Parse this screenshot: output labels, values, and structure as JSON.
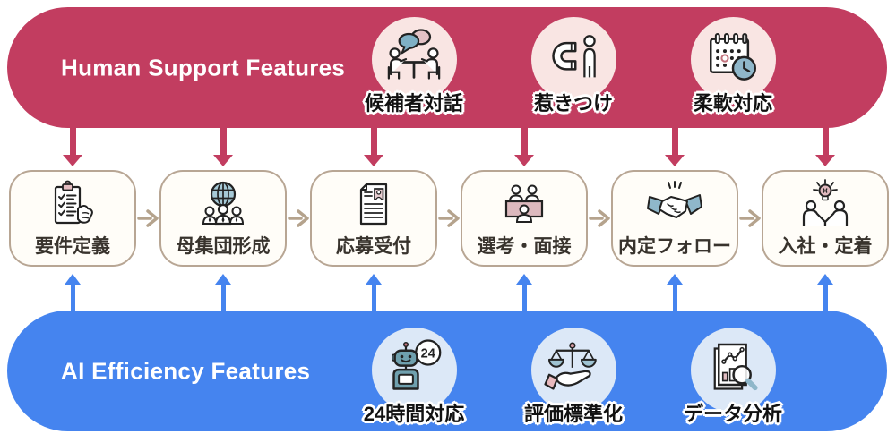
{
  "diagram": {
    "human_band": {
      "title": "Human Support Features",
      "features": [
        {
          "label": "候補者対話",
          "icon": "dialogue-icon"
        },
        {
          "label": "惹きつけ",
          "icon": "magnet-icon"
        },
        {
          "label": "柔軟対応",
          "icon": "calendar-clock-icon"
        }
      ]
    },
    "ai_band": {
      "title": "AI Efficiency Features",
      "features": [
        {
          "label": "24時間対応",
          "icon": "robot-24h-icon"
        },
        {
          "label": "評価標準化",
          "icon": "scale-balance-icon"
        },
        {
          "label": "データ分析",
          "icon": "data-analysis-icon"
        }
      ]
    },
    "process_steps": [
      {
        "label": "要件定義",
        "icon": "checklist-icon"
      },
      {
        "label": "母集団形成",
        "icon": "globe-people-icon"
      },
      {
        "label": "応募受付",
        "icon": "resume-icon"
      },
      {
        "label": "選考・面接",
        "icon": "interview-panel-icon"
      },
      {
        "label": "内定フォロー",
        "icon": "handshake-icon"
      },
      {
        "label": "入社・定着",
        "icon": "team-lightbulb-icon"
      }
    ],
    "robot_badge": "24",
    "colors": {
      "human_accent": "#c23d60",
      "ai_accent": "#4584ef",
      "human_circle_bg": "#f9e5e3",
      "ai_circle_bg": "#dce8f7",
      "card_bg": "#fffdf8",
      "card_border": "#b8a694",
      "flow_arrow": "#b5a38d"
    }
  }
}
